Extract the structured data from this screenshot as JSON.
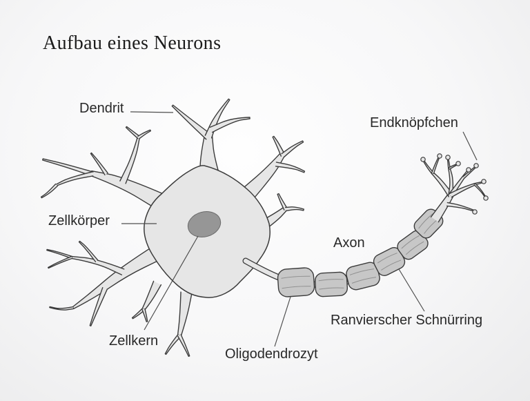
{
  "title": "Aufbau eines Neurons",
  "labels": {
    "dendrit": "Dendrit",
    "endknoepfchen": "Endknöpfchen",
    "zellkoerper": "Zellkörper",
    "axon": "Axon",
    "zellkern": "Zellkern",
    "oligodendrozyt": "Oligodendrozyt",
    "ranvier": "Ranvierscher Schnürring"
  },
  "colors": {
    "background_center": "#fefefe",
    "background_edge": "#ebebec",
    "cell_fill": "#e6e6e6",
    "outline": "#3b3b3b",
    "nucleus_fill": "#969696",
    "nucleus_stroke": "#6b6b6b",
    "myelin_fill": "#c7c7c7",
    "myelin_inner_line": "#8f8f8f",
    "leader_line": "#4e4e4e",
    "title_text": "#1b1b1b",
    "label_text": "#282828"
  }
}
